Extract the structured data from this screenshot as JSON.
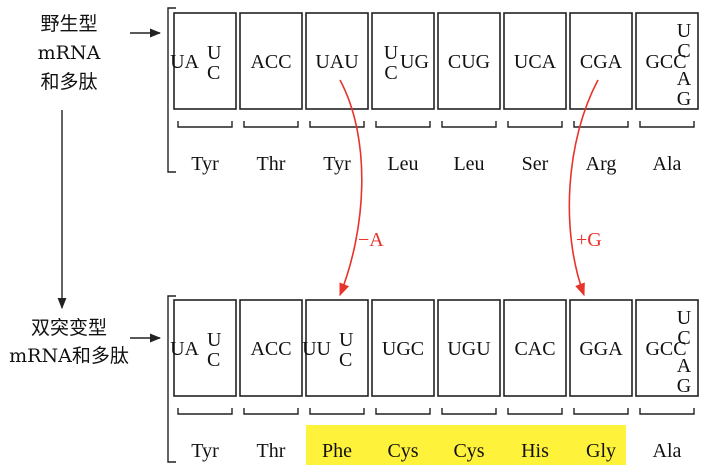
{
  "wild_label": [
    "野生型",
    "mRNA",
    "和多肽"
  ],
  "double_label": [
    "双突变型",
    "mRNA和多肽"
  ],
  "wild_codons": [
    {
      "parts": [
        "UA",
        "U",
        "C"
      ],
      "type": "wobble-end"
    },
    {
      "parts": [
        "ACC"
      ],
      "type": "plain"
    },
    {
      "parts": [
        "UAU"
      ],
      "type": "plain"
    },
    {
      "parts": [
        "U",
        "C",
        "UG"
      ],
      "type": "wobble-start"
    },
    {
      "parts": [
        "CUG"
      ],
      "type": "plain"
    },
    {
      "parts": [
        "UCA"
      ],
      "type": "plain"
    },
    {
      "parts": [
        "CGA"
      ],
      "type": "plain"
    },
    {
      "parts": [
        "GCC",
        "U",
        "C",
        "A",
        "G"
      ],
      "type": "stack"
    }
  ],
  "wild_aa": [
    "Tyr",
    "Thr",
    "Tyr",
    "Leu",
    "Leu",
    "Ser",
    "Arg",
    "Ala"
  ],
  "double_codons": [
    {
      "parts": [
        "UA",
        "U",
        "C"
      ],
      "type": "wobble-end"
    },
    {
      "parts": [
        "ACC"
      ],
      "type": "plain"
    },
    {
      "parts": [
        "UU",
        "U",
        "C"
      ],
      "type": "wobble-end"
    },
    {
      "parts": [
        "UGC"
      ],
      "type": "plain"
    },
    {
      "parts": [
        "UGU"
      ],
      "type": "plain"
    },
    {
      "parts": [
        "CAC"
      ],
      "type": "plain"
    },
    {
      "parts": [
        "GGA"
      ],
      "type": "plain"
    },
    {
      "parts": [
        "GCC",
        "U",
        "C",
        "A",
        "G"
      ],
      "type": "stack"
    }
  ],
  "double_aa": [
    "Tyr",
    "Thr",
    "Phe",
    "Cys",
    "Cys",
    "His",
    "Gly",
    "Ala"
  ],
  "highlight_aa": [
    2,
    3,
    4,
    5,
    6
  ],
  "mutations": [
    {
      "label": "−A",
      "from_codon": 2,
      "to_codon": 2
    },
    {
      "label": "+G",
      "from_codon": 6,
      "to_codon": 6
    }
  ],
  "colors": {
    "mutation": "#e8332a",
    "highlight": "#fff23a",
    "outline": "#222222"
  }
}
